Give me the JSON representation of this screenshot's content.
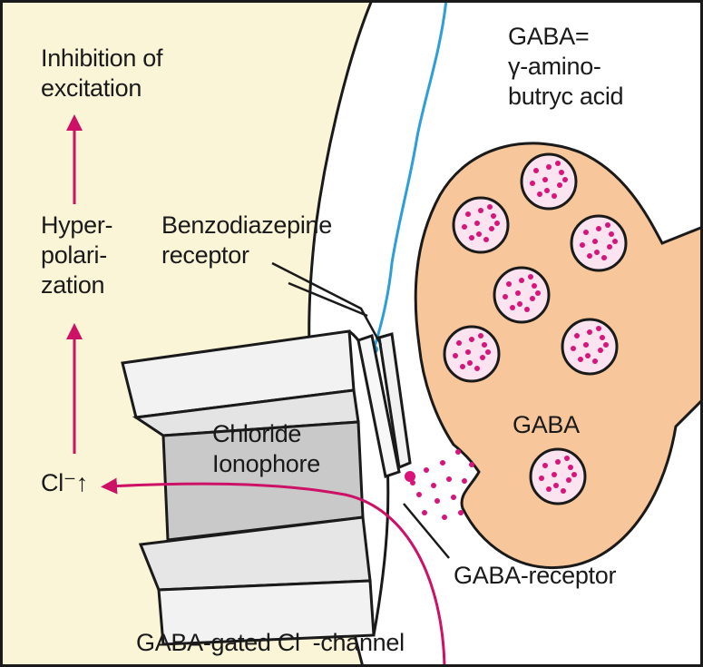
{
  "colors": {
    "postsynaptic_fill": "#fbf5d8",
    "cleft_fill": "#ffffff",
    "presynaptic_fill": "#f7c69b",
    "vesicle_fill": "#fbe4ef",
    "vesicle_dots": "#d8147a",
    "arrow": "#cc1166",
    "nerve_fiber": "#2e9ed6",
    "channel_light": "#f2f2f2",
    "channel_dark": "#c9c9c9",
    "outline": "#1a1a1a"
  },
  "labels": {
    "inhibition": "Inhibition of\nexcitation",
    "gaba_definition": "GABA=\nγ-amino-\nbutryc acid",
    "hyperpolarization": "Hyper-\npolari-\nzation",
    "benzodiazepine_receptor": "Benzodiazepine\nreceptor",
    "chloride_ionophore": "Chloride\nIonophore",
    "gaba_vesicles": "GABA",
    "chloride_ion": "Cl⁻↑",
    "gaba_receptor": "GABA-receptor",
    "gaba_gated_channel": "GABA-gated Cl⁻-channel"
  },
  "icons": {
    "vesicle": "gaba-vesicle-icon",
    "flow_arrow": "up-arrow-icon"
  }
}
